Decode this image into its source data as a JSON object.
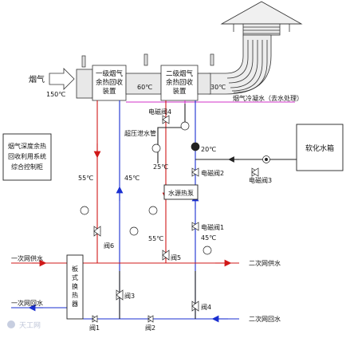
{
  "diagram": {
    "flue_gas_label": "烟气",
    "flue_gas_temp": "150℃",
    "stage1_box": [
      "一级烟气",
      "余热回收",
      "装置"
    ],
    "stage2_box": [
      "二级烟气",
      "余热回收",
      "装置"
    ],
    "temp_60": "60℃",
    "temp_30": "30℃",
    "flue_condensate_label": "烟气冷凝水（去水处理）",
    "solenoid_valve_4": "电磁阀4",
    "overpressure_pipe": "超压泄水管",
    "temp_20": "20℃",
    "softened_tank": "软化水箱",
    "control_cabinet": [
      "烟气深度余热",
      "回收利用系统",
      "综合控制柜"
    ],
    "temp_55_left": "55℃",
    "temp_45_top": "45℃",
    "temp_25": "25℃",
    "solenoid_valve_2": "电磁阀2",
    "solenoid_valve_3": "电磁阀3",
    "heat_pump": "水源热泵",
    "solenoid_valve_1": "电磁阀1",
    "temp_55_mid": "55℃",
    "temp_45_mid": "45℃",
    "valve_6": "阀6",
    "valve_5": "阀5",
    "valve_3": "阀3",
    "valve_4": "阀4",
    "valve_1": "阀1",
    "valve_2": "阀2",
    "secondary_supply_left": "一次网供水",
    "secondary_supply_right": "二次网供水",
    "primary_return_left": "一次网回水",
    "secondary_return_right": "二次网回水",
    "plate_exchanger": [
      "板",
      "式",
      "换",
      "热",
      "器"
    ],
    "watermark": "天工网"
  }
}
